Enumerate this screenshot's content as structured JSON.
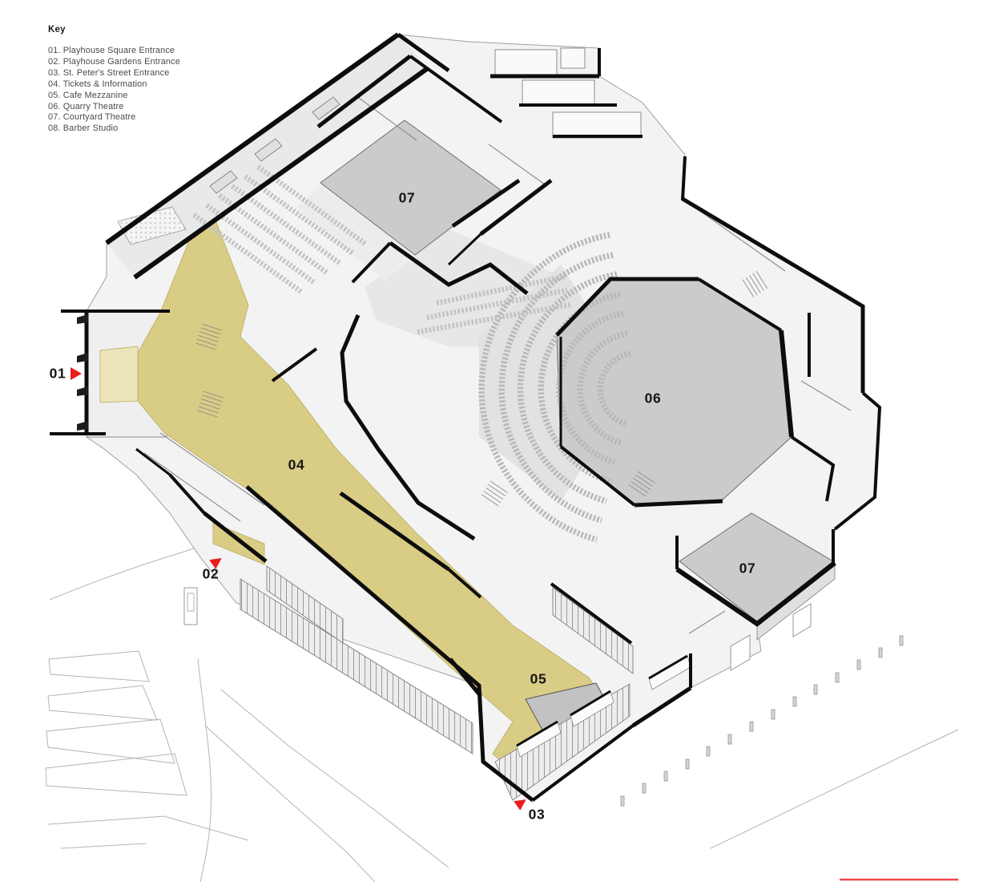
{
  "key": {
    "title": "Key",
    "items": [
      "01. Playhouse Square Entrance",
      "02. Playhouse Gardens Entrance",
      "03. St. Peter's Street Entrance",
      "04. Tickets & Information",
      "05. Cafe Mezzanine",
      "06. Quarry Theatre",
      "07. Courtyard Theatre",
      "08. Barber Studio"
    ]
  },
  "plan_labels": {
    "entrance_01": "01",
    "entrance_02": "02",
    "entrance_03": "03",
    "tickets_info": "04",
    "cafe_mezzanine": "05",
    "quarry_theatre": "06",
    "courtyard_theatre_upper": "07",
    "courtyard_theatre_lower": "07"
  },
  "colors": {
    "foyer_yellow": "#d9cc84",
    "vestibule_pale": "#ece4ba",
    "stage_grey": "#cbcbcb",
    "cut_wall_black": "#0d0d0d",
    "marker_red": "#ed1c1c",
    "scale_line_red": "#f0484d"
  },
  "icons": {
    "entrance_marker": "red-arrow-icon"
  }
}
